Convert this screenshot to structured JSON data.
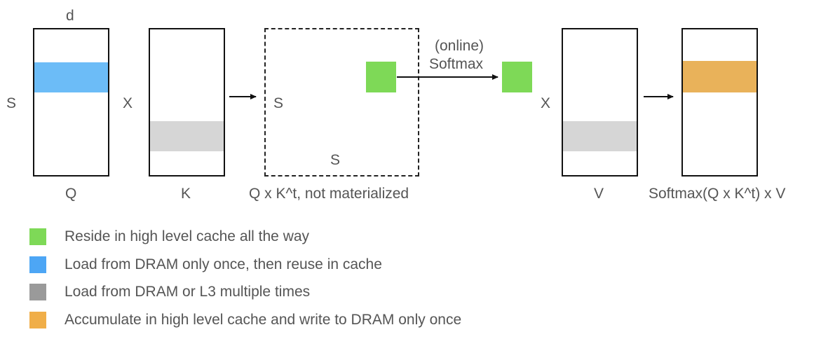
{
  "labels": {
    "d": "d",
    "s_left": "S",
    "x1": "X",
    "q": "Q",
    "k": "K",
    "s_mid": "S",
    "s_bottom": "S",
    "qk_caption": "Q x K^t, not materialized",
    "softmax_line1": "(online)",
    "softmax_line2": "Softmax",
    "x2": "X",
    "v": "V",
    "result": "Softmax(Q x K^t) x V"
  },
  "colors": {
    "green": "#7ed957",
    "blue": "#6cbcf7",
    "gray": "#d6d6d6",
    "orange": "#e9b25a",
    "legend_green": "#7ed957",
    "legend_blue": "#4da6f5",
    "legend_gray": "#9a9a9a",
    "legend_orange": "#f0ae48"
  },
  "legend": [
    {
      "color": "#7ed957",
      "text": "Reside in high level cache all the way"
    },
    {
      "color": "#4da6f5",
      "text": "Load from DRAM only once, then reuse in cache"
    },
    {
      "color": "#9a9a9a",
      "text": "Load from DRAM or L3 multiple times"
    },
    {
      "color": "#f0ae48",
      "text": "Accumulate in high level cache and write to DRAM only once"
    }
  ]
}
